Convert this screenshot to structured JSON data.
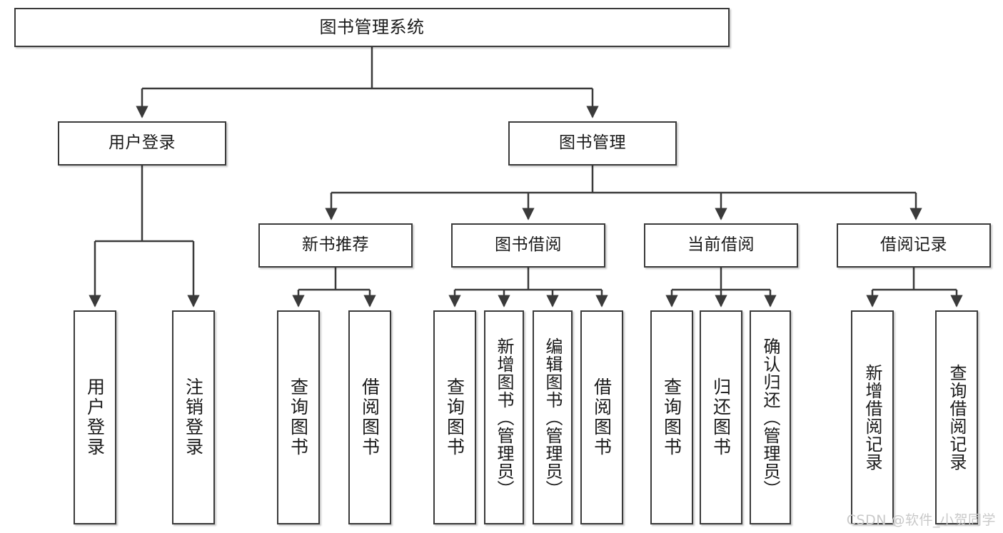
{
  "diagram": {
    "type": "tree-hierarchy",
    "title": "图书管理系统",
    "watermark": "CSDN @软件_小贺同学",
    "colors": {
      "stroke": "#3a3a3a",
      "fill": "#ffffff",
      "text": "#1a1a1a",
      "watermark": "#c9c9c9",
      "background": "#ffffff"
    },
    "levels": {
      "level0": [
        {
          "id": "root",
          "label": "图书管理系统",
          "orientation": "horizontal"
        }
      ],
      "level1": [
        {
          "id": "user-login",
          "label": "用户登录",
          "orientation": "horizontal"
        },
        {
          "id": "book-manage",
          "label": "图书管理",
          "orientation": "horizontal"
        }
      ],
      "level2": [
        {
          "id": "new-book-rec",
          "label": "新书推荐",
          "orientation": "horizontal",
          "parent": "book-manage"
        },
        {
          "id": "book-borrow",
          "label": "图书借阅",
          "orientation": "horizontal",
          "parent": "book-manage"
        },
        {
          "id": "current-borrow",
          "label": "当前借阅",
          "orientation": "horizontal",
          "parent": "book-manage"
        },
        {
          "id": "borrow-record",
          "label": "借阅记录",
          "orientation": "horizontal",
          "parent": "book-manage"
        }
      ],
      "leaves": [
        {
          "id": "leaf-user-login",
          "label": "用户登录",
          "orientation": "vertical",
          "parent": "user-login"
        },
        {
          "id": "leaf-logout",
          "label": "注销登录",
          "orientation": "vertical",
          "parent": "user-login"
        },
        {
          "id": "leaf-query-book-1",
          "label": "查询图书",
          "orientation": "vertical",
          "parent": "new-book-rec"
        },
        {
          "id": "leaf-borrow-book-1",
          "label": "借阅图书",
          "orientation": "vertical",
          "parent": "new-book-rec"
        },
        {
          "id": "leaf-query-book-2",
          "label": "查询图书",
          "orientation": "vertical",
          "parent": "book-borrow"
        },
        {
          "id": "leaf-add-book",
          "label": "新增图书（管理员）",
          "orientation": "vertical",
          "parent": "book-borrow"
        },
        {
          "id": "leaf-edit-book",
          "label": "编辑图书（管理员）",
          "orientation": "vertical",
          "parent": "book-borrow"
        },
        {
          "id": "leaf-borrow-book-2",
          "label": "借阅图书",
          "orientation": "vertical",
          "parent": "book-borrow"
        },
        {
          "id": "leaf-query-book-3",
          "label": "查询图书",
          "orientation": "vertical",
          "parent": "current-borrow"
        },
        {
          "id": "leaf-return-book",
          "label": "归还图书",
          "orientation": "vertical",
          "parent": "current-borrow"
        },
        {
          "id": "leaf-confirm-return",
          "label": "确认归还（管理员）",
          "orientation": "vertical",
          "parent": "current-borrow"
        },
        {
          "id": "leaf-add-record",
          "label": "新增借阅记录",
          "orientation": "vertical",
          "parent": "borrow-record"
        },
        {
          "id": "leaf-query-record",
          "label": "查询借阅记录",
          "orientation": "vertical",
          "parent": "borrow-record"
        }
      ]
    }
  }
}
